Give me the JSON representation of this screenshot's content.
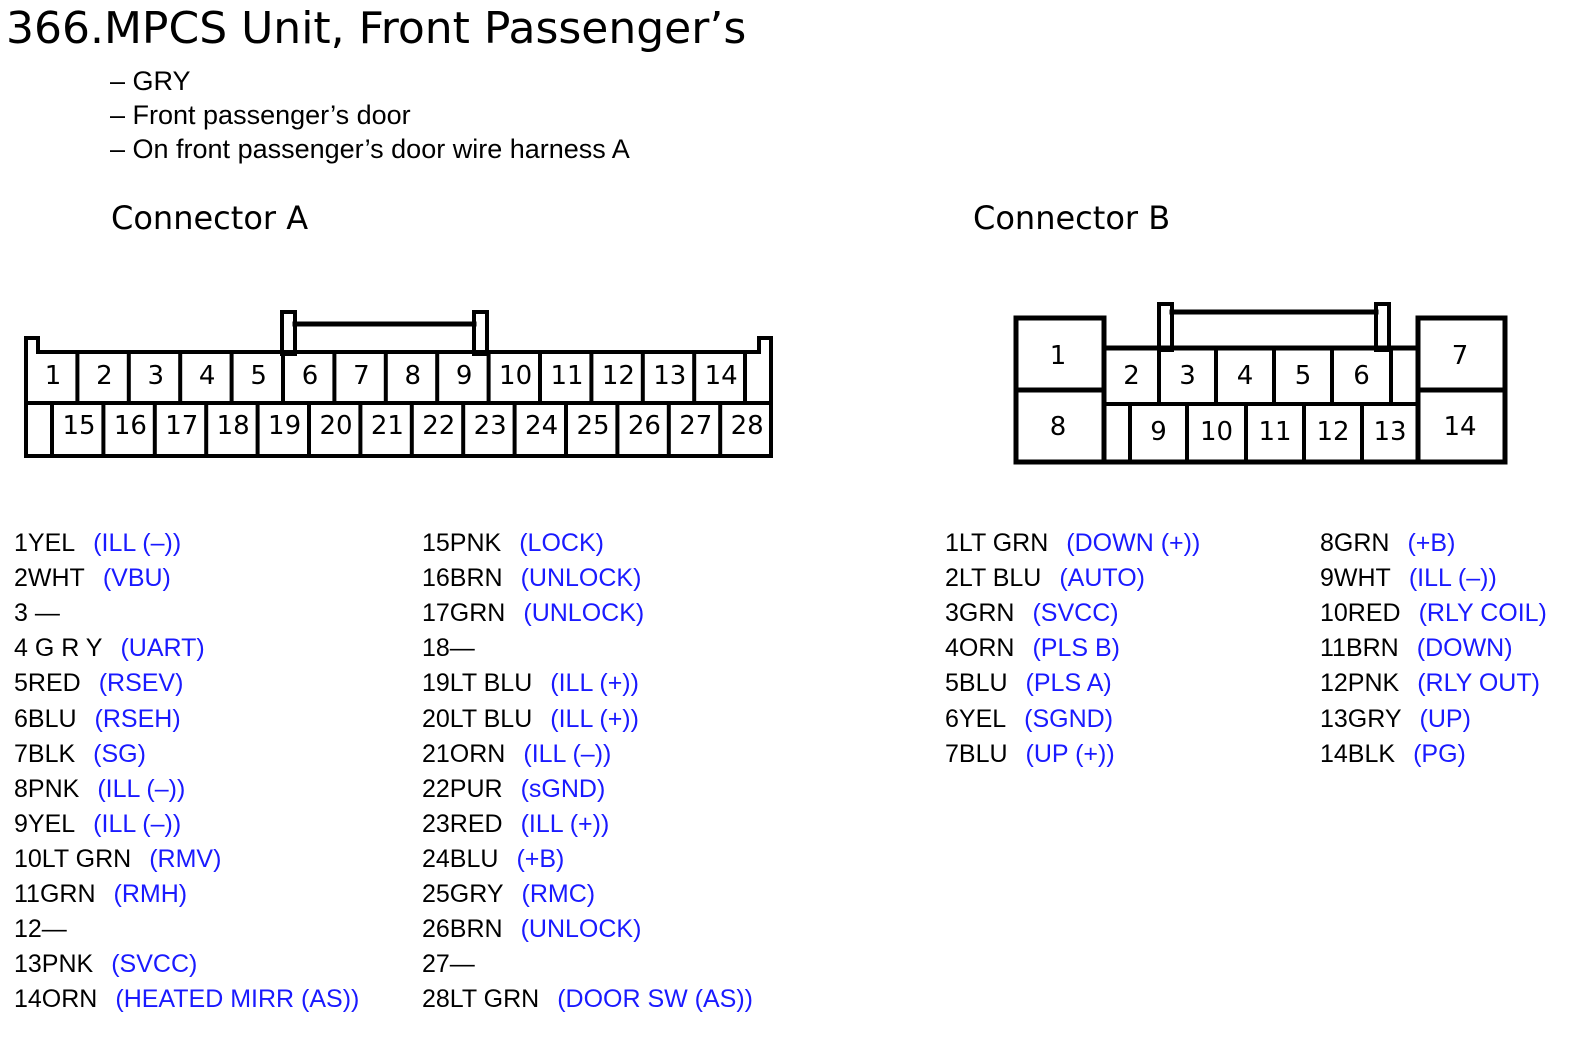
{
  "title": "366.MPCS Unit, Front Passenger’s",
  "details": [
    "– GRY",
    "– Front passenger’s door",
    "– On front passenger’s door wire harness A"
  ],
  "connector_a": {
    "label": "Connector A",
    "top_pins": [
      "1",
      "2",
      "3",
      "4",
      "5",
      "6",
      "7",
      "8",
      "9",
      "10",
      "11",
      "12",
      "13",
      "14"
    ],
    "bottom_pins": [
      "15",
      "16",
      "17",
      "18",
      "19",
      "20",
      "21",
      "22",
      "23",
      "24",
      "25",
      "26",
      "27",
      "28"
    ]
  },
  "connector_b": {
    "label": "Connector B",
    "pins_left": [
      "1",
      "8"
    ],
    "pins_top": [
      "2",
      "3",
      "4",
      "5",
      "6"
    ],
    "pins_bottom": [
      "9",
      "10",
      "11",
      "12",
      "13"
    ],
    "pins_right": [
      "7",
      "14"
    ]
  },
  "pins_a_col1": [
    {
      "code": "1YEL",
      "func": "(ILL (–))"
    },
    {
      "code": "2WHT",
      "func": "(VBU)"
    },
    {
      "code": "3 —",
      "func": ""
    },
    {
      "code": "4 G R Y",
      "func": "(UART)"
    },
    {
      "code": "5RED",
      "func": "(RSEV)"
    },
    {
      "code": "6BLU",
      "func": "(RSEH)"
    },
    {
      "code": "7BLK",
      "func": "(SG)"
    },
    {
      "code": "8PNK",
      "func": "(ILL (–))"
    },
    {
      "code": "9YEL",
      "func": "(ILL (–))"
    },
    {
      "code": "10LT GRN",
      "func": "(RMV)"
    },
    {
      "code": "11GRN",
      "func": "(RMH)"
    },
    {
      "code": "12—",
      "func": ""
    },
    {
      "code": "13PNK",
      "func": "(SVCC)"
    },
    {
      "code": "14ORN",
      "func": "(HEATED MIRR (AS))"
    }
  ],
  "pins_a_col2": [
    {
      "code": "15PNK",
      "func": "(LOCK)"
    },
    {
      "code": "16BRN",
      "func": "(UNLOCK)"
    },
    {
      "code": "17GRN",
      "func": "(UNLOCK)"
    },
    {
      "code": "18—",
      "func": ""
    },
    {
      "code": "19LT BLU",
      "func": "(ILL (+))"
    },
    {
      "code": "20LT BLU",
      "func": "(ILL (+))"
    },
    {
      "code": "21ORN",
      "func": "(ILL (–))"
    },
    {
      "code": "22PUR",
      "func": "(sGND)"
    },
    {
      "code": "23RED",
      "func": "(ILL (+))"
    },
    {
      "code": "24BLU",
      "func": "(+B)"
    },
    {
      "code": "25GRY",
      "func": "(RMC)"
    },
    {
      "code": "26BRN",
      "func": "(UNLOCK)"
    },
    {
      "code": "27—",
      "func": ""
    },
    {
      "code": "28LT GRN",
      "func": "(DOOR SW (AS))"
    }
  ],
  "pins_b_col1": [
    {
      "code": "1LT GRN",
      "func": "(DOWN (+))"
    },
    {
      "code": "2LT BLU",
      "func": "(AUTO)"
    },
    {
      "code": "3GRN",
      "func": "(SVCC)"
    },
    {
      "code": "4ORN",
      "func": "(PLS B)"
    },
    {
      "code": "5BLU",
      "func": "(PLS A)"
    },
    {
      "code": "6YEL",
      "func": "(SGND)"
    },
    {
      "code": "7BLU",
      "func": "(UP (+))"
    }
  ],
  "pins_b_col2": [
    {
      "code": "8GRN",
      "func": "(+B)"
    },
    {
      "code": "9WHT",
      "func": "(ILL (–))"
    },
    {
      "code": "10RED",
      "func": "(RLY COIL)"
    },
    {
      "code": "11BRN",
      "func": "(DOWN)"
    },
    {
      "code": "12PNK",
      "func": "(RLY OUT)"
    },
    {
      "code": "13GRY",
      "func": "(UP)"
    },
    {
      "code": "14BLK",
      "func": "(PG)"
    }
  ]
}
